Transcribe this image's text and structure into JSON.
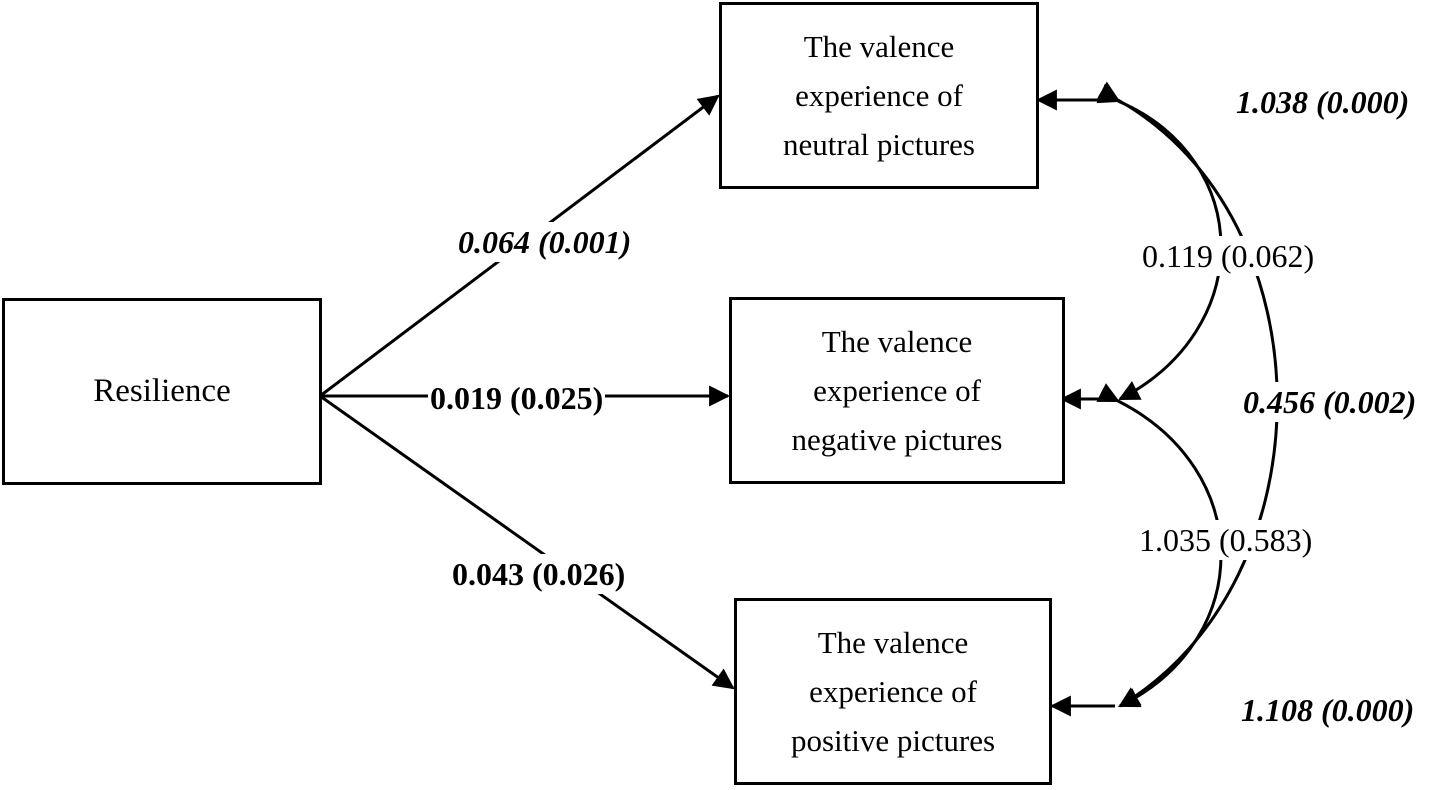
{
  "nodes": {
    "resilience": {
      "lines": [
        "Resilience"
      ]
    },
    "neutral": {
      "lines": [
        "The valence",
        "experience of",
        "neutral pictures"
      ]
    },
    "negative": {
      "lines": [
        "The valence",
        "experience of",
        "negative pictures"
      ]
    },
    "positive": {
      "lines": [
        "The valence",
        "experience of",
        "positive pictures"
      ]
    }
  },
  "edges": {
    "resilience_neutral": "0.064 (0.001)",
    "resilience_negative": "0.019 (0.025)",
    "resilience_positive": "0.043 (0.026)"
  },
  "residuals": {
    "neutral": "1.038 (0.000)",
    "negative": "0.456 (0.002)",
    "positive": "1.108 (0.000)"
  },
  "covariances": {
    "neutral_negative": "0.119 (0.062)",
    "negative_positive": "1.035 (0.583)"
  }
}
